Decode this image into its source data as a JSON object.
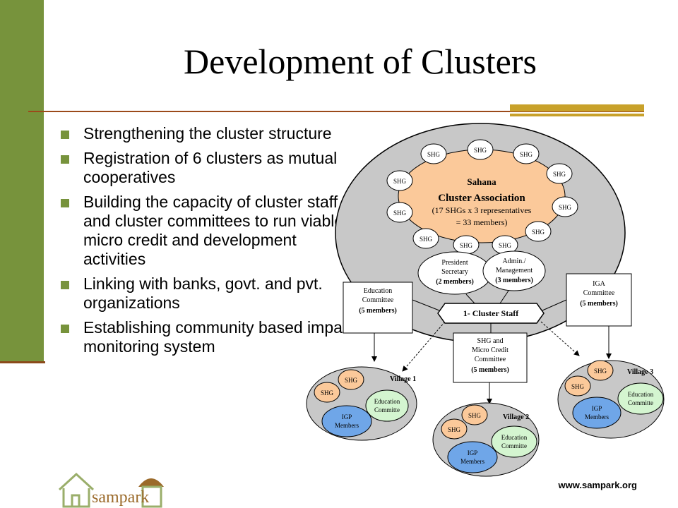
{
  "slide": {
    "title": "Development of Clusters",
    "bullets": [
      {
        "text": "Strengthening the cluster structure"
      },
      {
        "text": "Registration of 6 clusters as mutual cooperatives"
      },
      {
        "text": "Building the capacity of cluster staff and cluster committees to run viable micro credit and development activities"
      },
      {
        "text": "Linking with banks, govt. and pvt. organizations"
      },
      {
        "text": "Establishing community based impact monitoring system"
      }
    ],
    "footer_url": "www.sampark.org",
    "logo_text": "sampark"
  },
  "diagram": {
    "shg_label": "SHG",
    "association": {
      "name": "Sahana",
      "name2": "Cluster Association",
      "detail1": "(17 SHGs x 3 representatives",
      "detail2": "= 33 members)"
    },
    "president": {
      "line1": "President",
      "line2": "Secretary",
      "line3": "(2 members)"
    },
    "admin": {
      "line1": "Admin./",
      "line2": "Management",
      "line3": "(3 members)"
    },
    "education": {
      "line1": "Education",
      "line2": "Committee",
      "line3": "(5 members)"
    },
    "iga": {
      "line1": "IGA",
      "line2": "Committee",
      "line3": "(5 members)"
    },
    "staff": "1- Cluster Staff",
    "microcredit": {
      "line1": "SHG and",
      "line2": "Micro Credit",
      "line3": "Committee",
      "line4": "(5 members)"
    },
    "villages": [
      {
        "name": "Village 1"
      },
      {
        "name": "Village 2"
      },
      {
        "name": "Village 3"
      }
    ],
    "village_education": {
      "line1": "Education",
      "line2": "Committe"
    },
    "village_igp": {
      "line1": "IGP",
      "line2": "Members"
    },
    "colors": {
      "outer": "#c8c8c8",
      "association": "#fbc99a",
      "shg": "#fbc99a",
      "education": "#d4f5d0",
      "igp": "#6fa6e8"
    }
  }
}
